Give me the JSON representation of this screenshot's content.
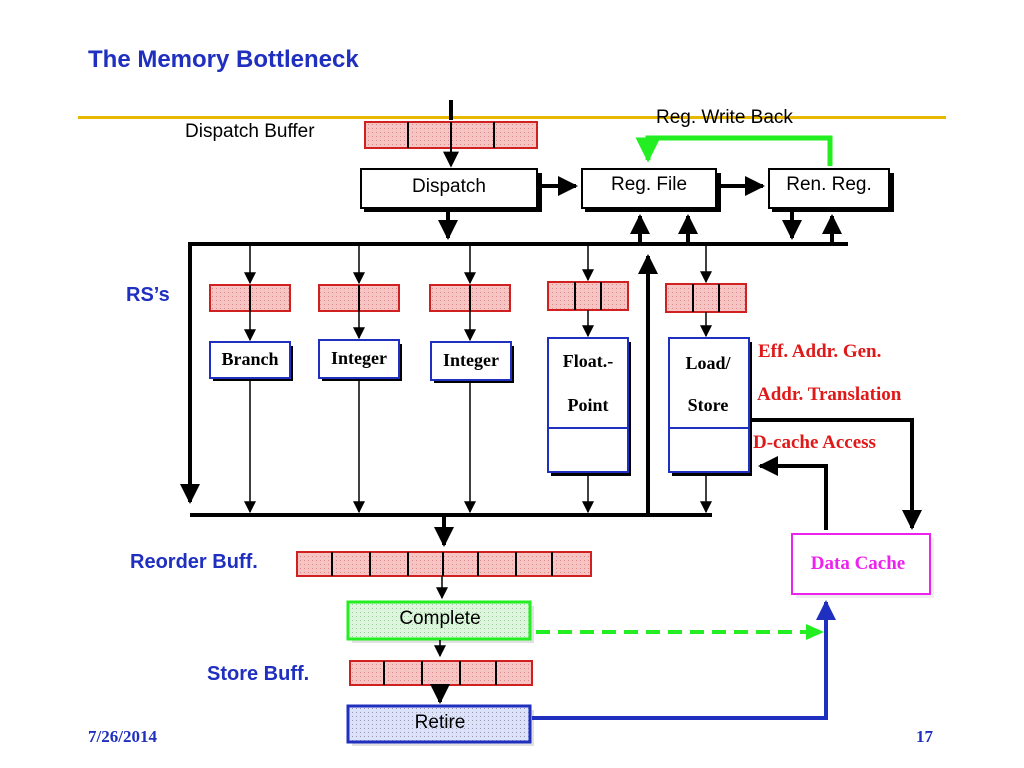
{
  "slide": {
    "title": "The Memory Bottleneck",
    "date": "7/26/2014",
    "page_number": "17"
  },
  "labels": {
    "dispatch_buffer": "Dispatch Buffer",
    "reg_write_back": "Reg. Write Back",
    "rs": "RS’s",
    "reorder_buff": "Reorder Buff.",
    "store_buff": "Store Buff."
  },
  "boxes": {
    "dispatch": "Dispatch",
    "reg_file": "Reg. File",
    "ren_reg": "Ren. Reg.",
    "branch": "Branch",
    "integer_1": "Integer",
    "integer_2": "Integer",
    "float_line1": "Float.-",
    "float_line2": "Point",
    "load_line1": "Load/",
    "load_line2": "Store",
    "data_cache": "Data Cache",
    "complete": "Complete",
    "retire": "Retire"
  },
  "annotations": {
    "eff_addr_gen": "Eff. Addr. Gen.",
    "addr_translation": "Addr. Translation",
    "dcache_access": "D-cache Access"
  },
  "colors": {
    "title": "#1f2fbf",
    "rule": "#e8b800",
    "buffer_fill": "#f4b6b6",
    "buffer_border": "#d02020",
    "unit_border": "#1f2fbf",
    "write_back": "#22ee22",
    "data_cache": "#ee22ee",
    "annotation": "#e01818"
  }
}
